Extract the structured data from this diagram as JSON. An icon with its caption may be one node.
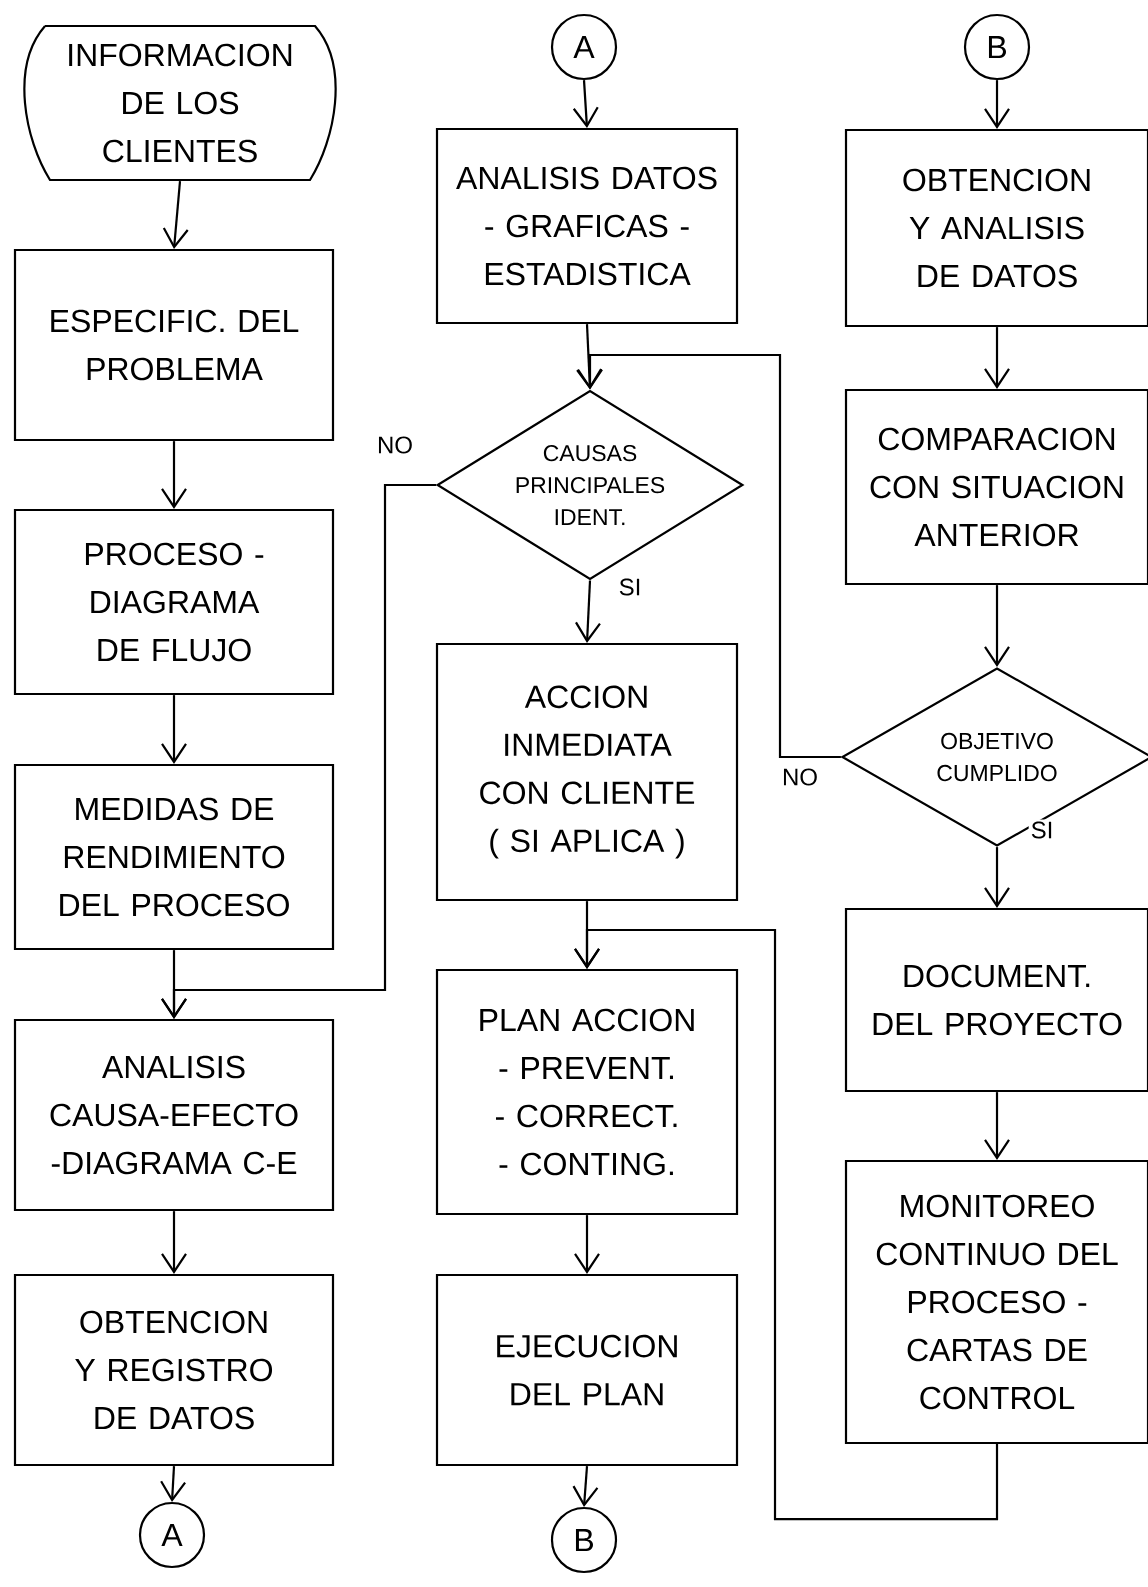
{
  "diagram": {
    "nodes": [
      {
        "text": [
          "INFORMACION DE LOS CLIENTES"
        ]
      },
      {
        "text": [
          "ESPECIFIC. DEL PROBLEMA"
        ]
      },
      {
        "text": [
          "PROCESO - DIAGRAMA DE FLUJO"
        ]
      },
      {
        "text": [
          "MEDIDAS DE RENDIMIENTO DEL PROCESO"
        ]
      },
      {
        "text": [
          "ANALISIS CAUSA-EFECTO -DIAGRAMA C-E"
        ]
      },
      {
        "text": [
          "OBTENCION Y REGISTRO DE DATOS"
        ]
      },
      {
        "text": [
          "A"
        ]
      },
      {
        "text": [
          "A"
        ]
      },
      {
        "text": [
          "ANALISIS DATOS - GRAFICAS - ESTADISTICA"
        ]
      },
      {
        "text": [
          "CAUSAS PRINCIPALES IDENT."
        ]
      },
      {
        "text": [
          "ACCION INMEDIATA CON CLIENTE ( SI APLICA )"
        ]
      },
      {
        "text": [
          "PLAN ACCION - PREVENT. - CORRECT. - CONTING."
        ]
      },
      {
        "text": [
          "EJECUCION DEL PLAN"
        ]
      },
      {
        "text": [
          "B"
        ]
      },
      {
        "text": [
          "B"
        ]
      },
      {
        "text": [
          "OBTENCION Y ANALISIS DE DATOS"
        ]
      },
      {
        "text": [
          "COMPARACION CON SITUACION ANTERIOR"
        ]
      },
      {
        "text": [
          "OBJETIVO CUMPLIDO"
        ]
      },
      {
        "text": [
          "DOCUMENT. DEL PROYECTO"
        ]
      },
      {
        "text": [
          "MONITOREO CONTINUO DEL PROCESO - CARTAS DE CONTROL"
        ]
      }
    ],
    "edges": [
      {
        "from": 0,
        "to": 1,
        "arrow": "to"
      },
      {
        "from": 1,
        "to": 2,
        "arrow": "to"
      },
      {
        "from": 2,
        "to": 3,
        "arrow": "to"
      },
      {
        "from": 3,
        "to": 4,
        "arrow": "to"
      },
      {
        "from": 4,
        "to": 5,
        "arrow": "to"
      },
      {
        "from": 5,
        "to": 6,
        "arrow": "to"
      },
      {
        "from": 7,
        "to": 8,
        "arrow": "to"
      },
      {
        "from": 8,
        "to": 9,
        "arrow": "to"
      },
      {
        "from": 9,
        "to": 10,
        "label": "SI",
        "arrow": "to"
      },
      {
        "from": 9,
        "to": 4,
        "label": "NO",
        "arrow": "to"
      },
      {
        "from": 10,
        "to": 11,
        "arrow": "to"
      },
      {
        "from": 11,
        "to": 12,
        "arrow": "to"
      },
      {
        "from": 12,
        "to": 13,
        "arrow": "to"
      },
      {
        "from": 14,
        "to": 15,
        "arrow": "to"
      },
      {
        "from": 15,
        "to": 16,
        "arrow": "to"
      },
      {
        "from": 16,
        "to": 17,
        "arrow": "to"
      },
      {
        "from": 17,
        "to": 18,
        "label": "SI",
        "arrow": "to"
      },
      {
        "from": 17,
        "to": 9,
        "label": "NO",
        "arrow": "to"
      },
      {
        "from": 18,
        "to": 19,
        "arrow": "to"
      },
      {
        "from": 19,
        "to": 11,
        "arrow": "to"
      }
    ]
  }
}
